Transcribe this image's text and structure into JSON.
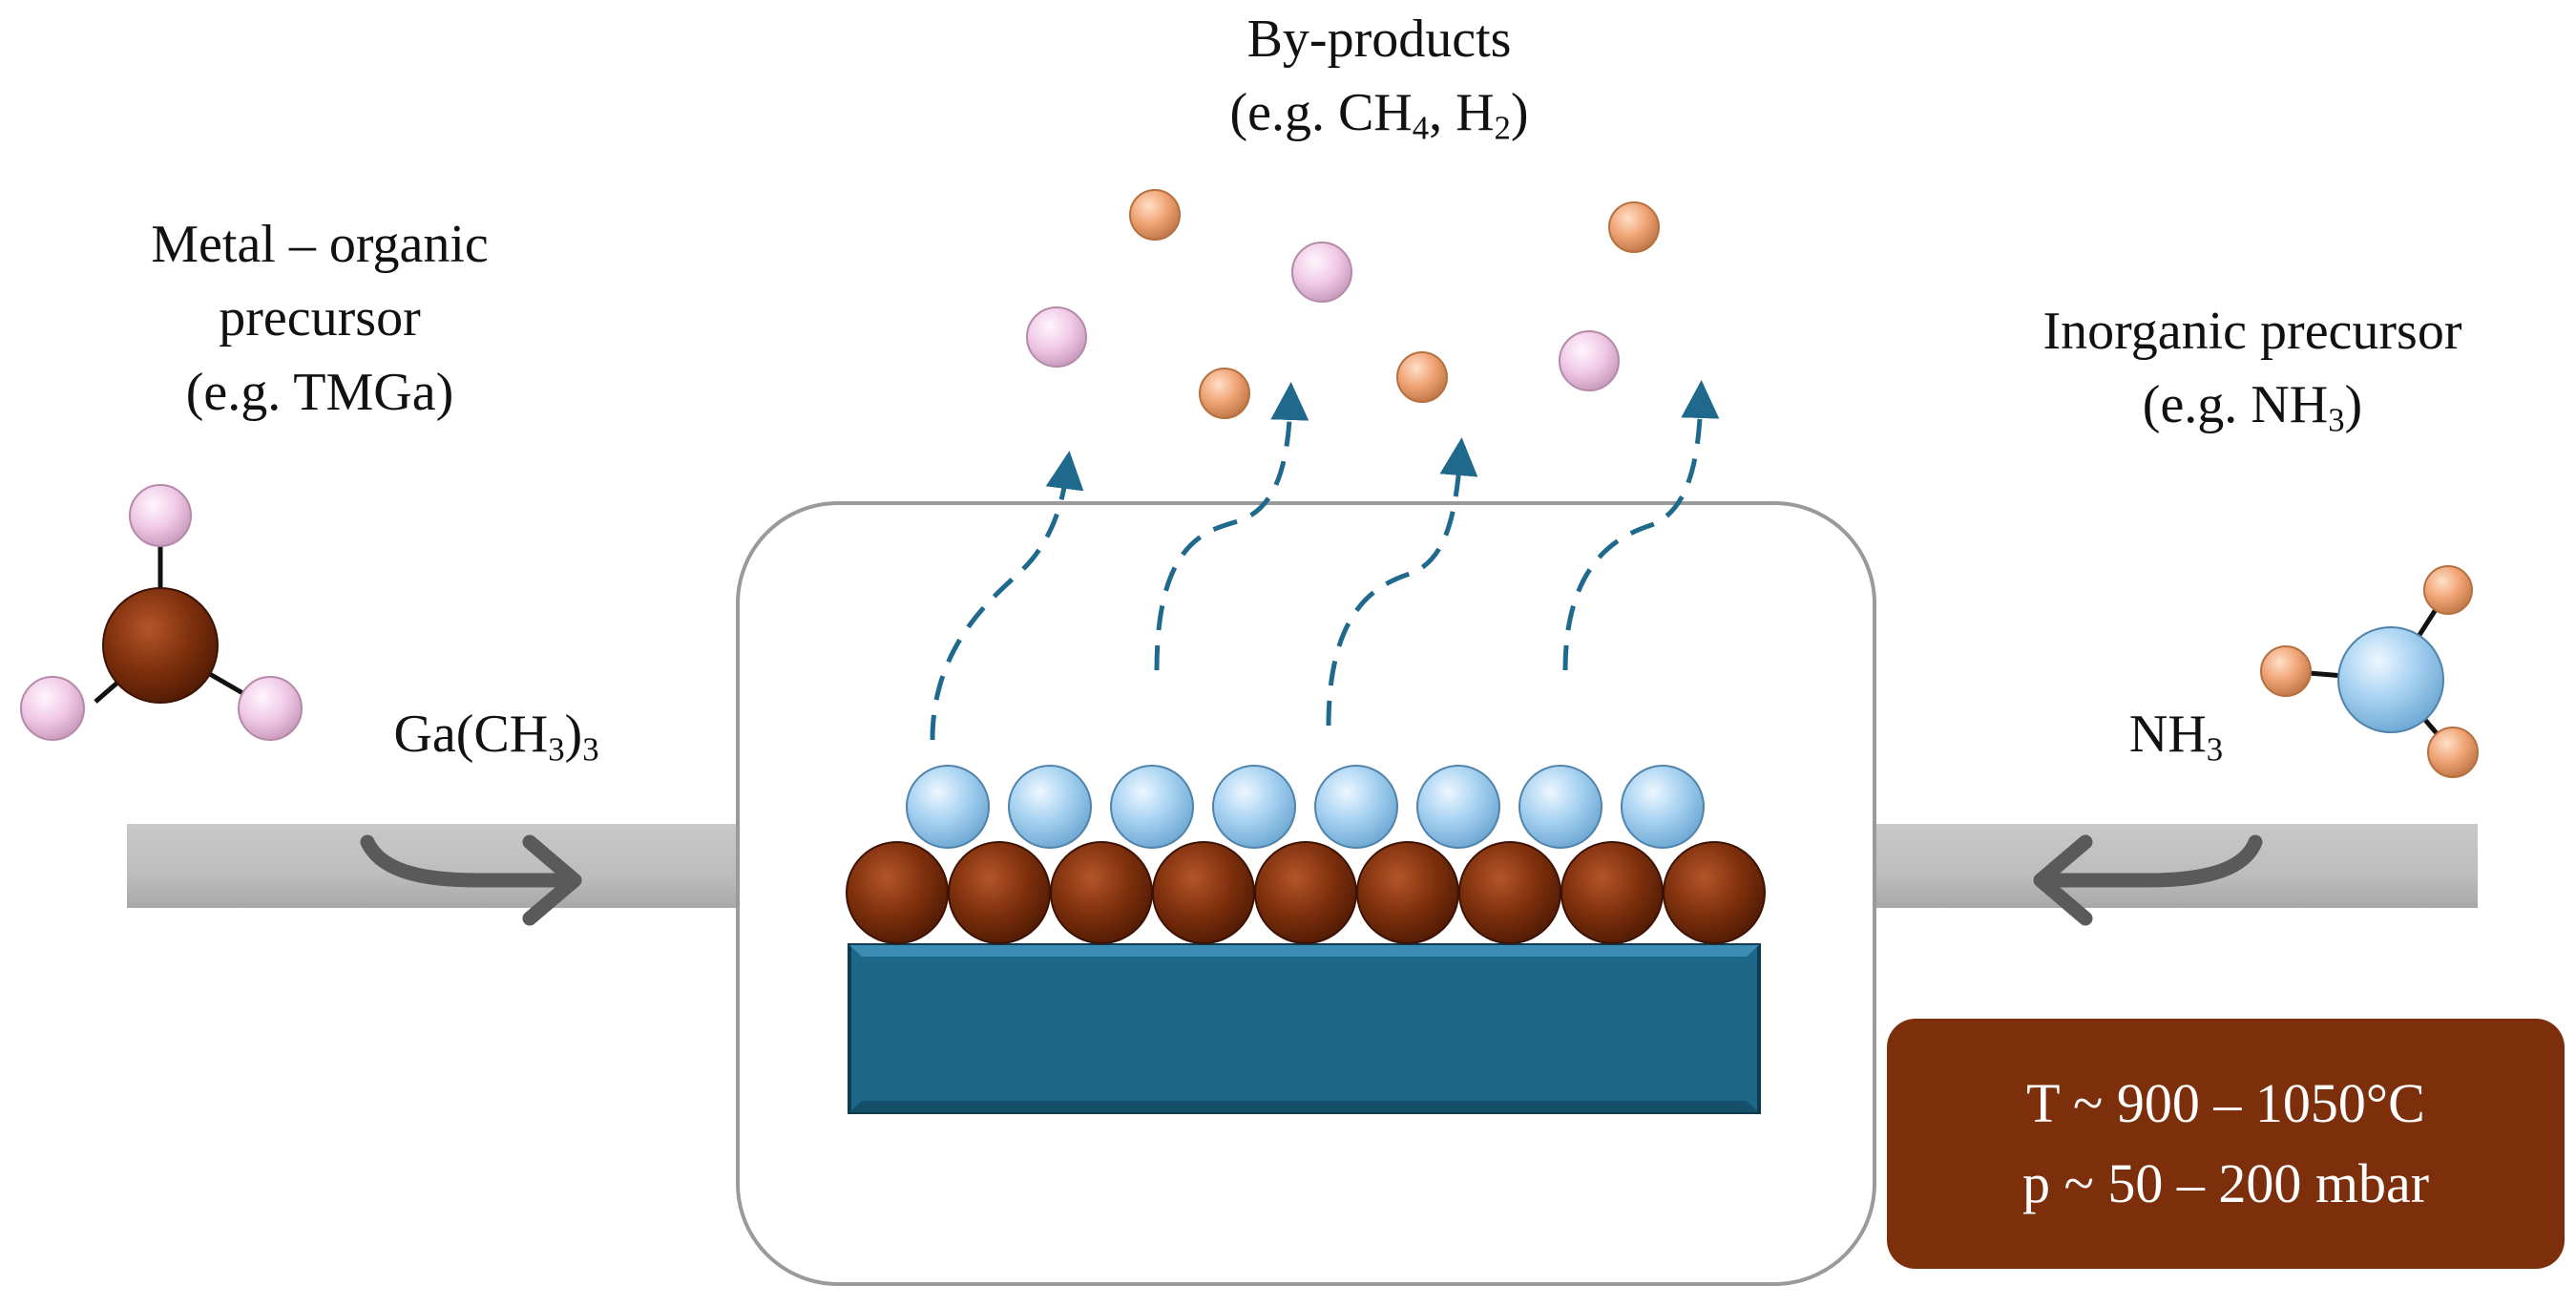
{
  "labels": {
    "byproducts": {
      "title": "By-products",
      "formula_prefix": "(e.g. CH",
      "formula_sub1": "4",
      "formula_mid": ", H",
      "formula_sub2": "2",
      "formula_suffix": ")"
    },
    "metal_organic": {
      "line1": "Metal – organic",
      "line2": "precursor",
      "line3": "(e.g. TMGa)"
    },
    "inorganic": {
      "line1": "Inorganic precursor",
      "line2_prefix": "(e.g. NH",
      "line2_sub": "3",
      "line2_suffix": ")"
    },
    "ga_formula": {
      "prefix": "Ga(CH",
      "sub1": "3",
      "mid": ")",
      "sub2": "3"
    },
    "nh3_formula": {
      "prefix": "NH",
      "sub": "3"
    }
  },
  "conditions": {
    "temperature": "T ~ 900 – 1050°C",
    "pressure": "p ~ 50 –  200 mbar"
  },
  "colors": {
    "gallium_brown": "#7d2f0c",
    "nitrogen_blue": "#a9d3f2",
    "hydrogen_pink": "#f0c9e6",
    "byproduct_orange": "#efa172",
    "substrate_teal": "#1d6789",
    "flow_arrow": "#1f6a8c",
    "tube_gray": "#bdbdbd"
  },
  "icons": {
    "flow_arrows": "curved-arrow-icon",
    "byproduct_paths": "dashed-arrow-icon"
  }
}
